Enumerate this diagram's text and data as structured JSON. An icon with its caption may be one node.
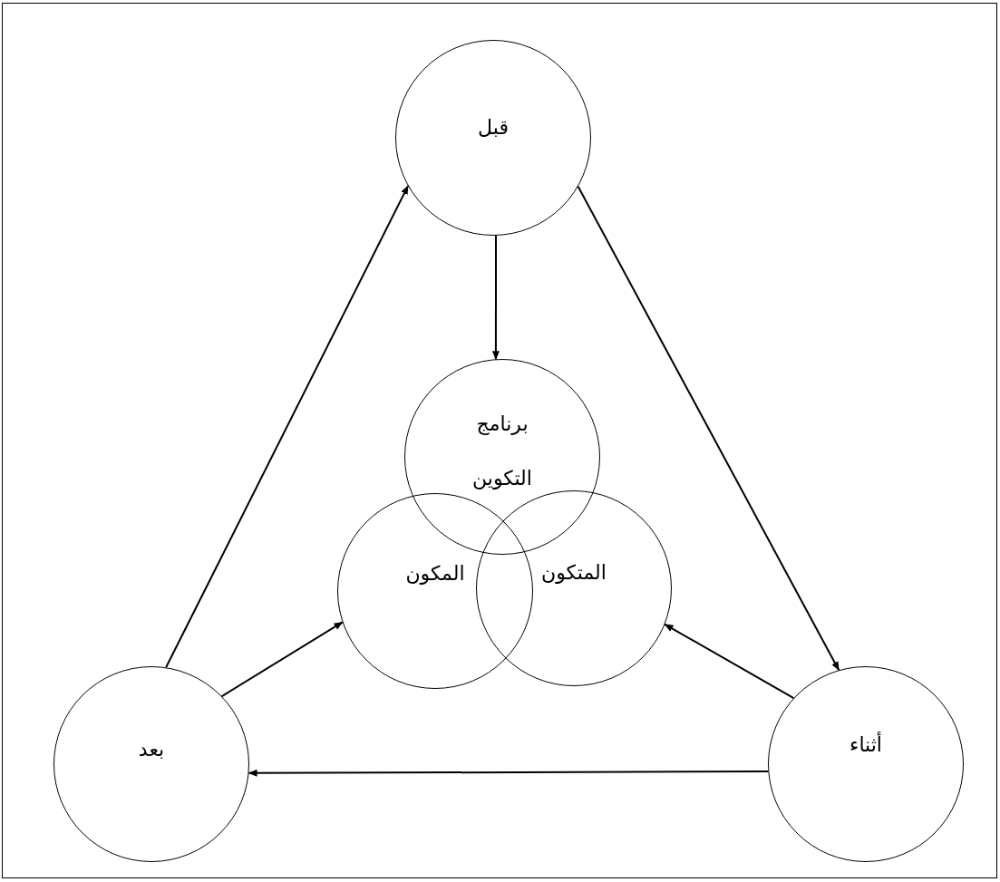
{
  "diagram": {
    "nodes": [
      {
        "text": [
          "قبل"
        ]
      },
      {
        "text": [
          "برنامج التكوين"
        ]
      },
      {
        "text": [
          "المكون"
        ]
      },
      {
        "text": [
          "المتكون"
        ]
      },
      {
        "text": [
          "أثناء"
        ]
      },
      {
        "text": [
          "بعد"
        ]
      }
    ],
    "edges": [
      {
        "from": 0,
        "to": 1,
        "arrow": "to"
      },
      {
        "from": 0,
        "to": 4,
        "arrow": "to"
      },
      {
        "from": 4,
        "to": 3,
        "arrow": "to"
      },
      {
        "from": 4,
        "to": 5,
        "arrow": "to"
      },
      {
        "from": 5,
        "to": 2,
        "arrow": "to"
      },
      {
        "from": 5,
        "to": 0,
        "arrow": "to"
      }
    ]
  }
}
